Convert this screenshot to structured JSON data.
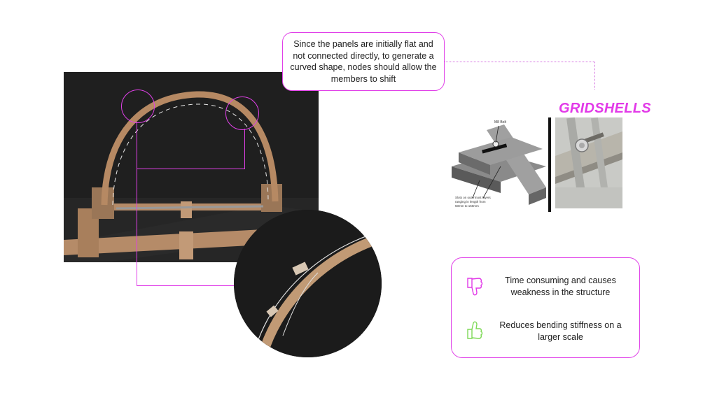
{
  "callout": {
    "text": "Since the panels are initially flat and not connected directly, to generate a curved shape, nodes should allow the members to shift"
  },
  "section_title": "GRIDSHELLS",
  "diagram": {
    "bolt_label": "M8 Bolt",
    "slots_label_line1": "Slots on outermost layers",
    "slots_label_line2": "ranging in length from",
    "slots_label_line3": "50mm to 150mm"
  },
  "card": {
    "cons_text": "Time consuming and causes weakness in the structure",
    "pros_text": "Reduces bending stiffness on a larger scale",
    "cons_icon": "thumbs-down-icon",
    "pros_icon": "thumbs-up-icon"
  },
  "colors": {
    "accent": "#e23ae8",
    "pros": "#7ed957",
    "cons": "#e23ae8"
  }
}
